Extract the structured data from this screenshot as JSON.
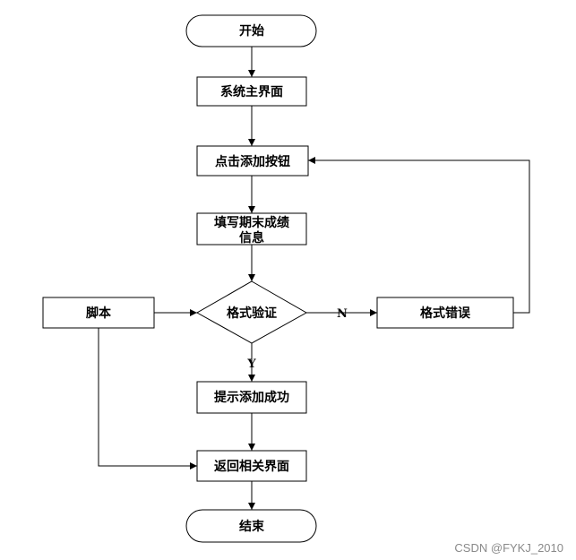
{
  "nodes": {
    "start": "开始",
    "main_ui": "系统主界面",
    "click_add": "点击添加按钮",
    "fill_info_line1": "填写期末成绩",
    "fill_info_line2": "信息",
    "format_check": "格式验证",
    "script": "脚本",
    "format_error": "格式错误",
    "add_success": "提示添加成功",
    "return_page": "返回相关界面",
    "end": "结束"
  },
  "edges": {
    "no_label": "N",
    "yes_label": "Y"
  },
  "watermark": "CSDN @FYKJ_2010",
  "colors": {
    "line": "#000000",
    "fill": "#ffffff",
    "watermark": "#8a8a8a"
  }
}
